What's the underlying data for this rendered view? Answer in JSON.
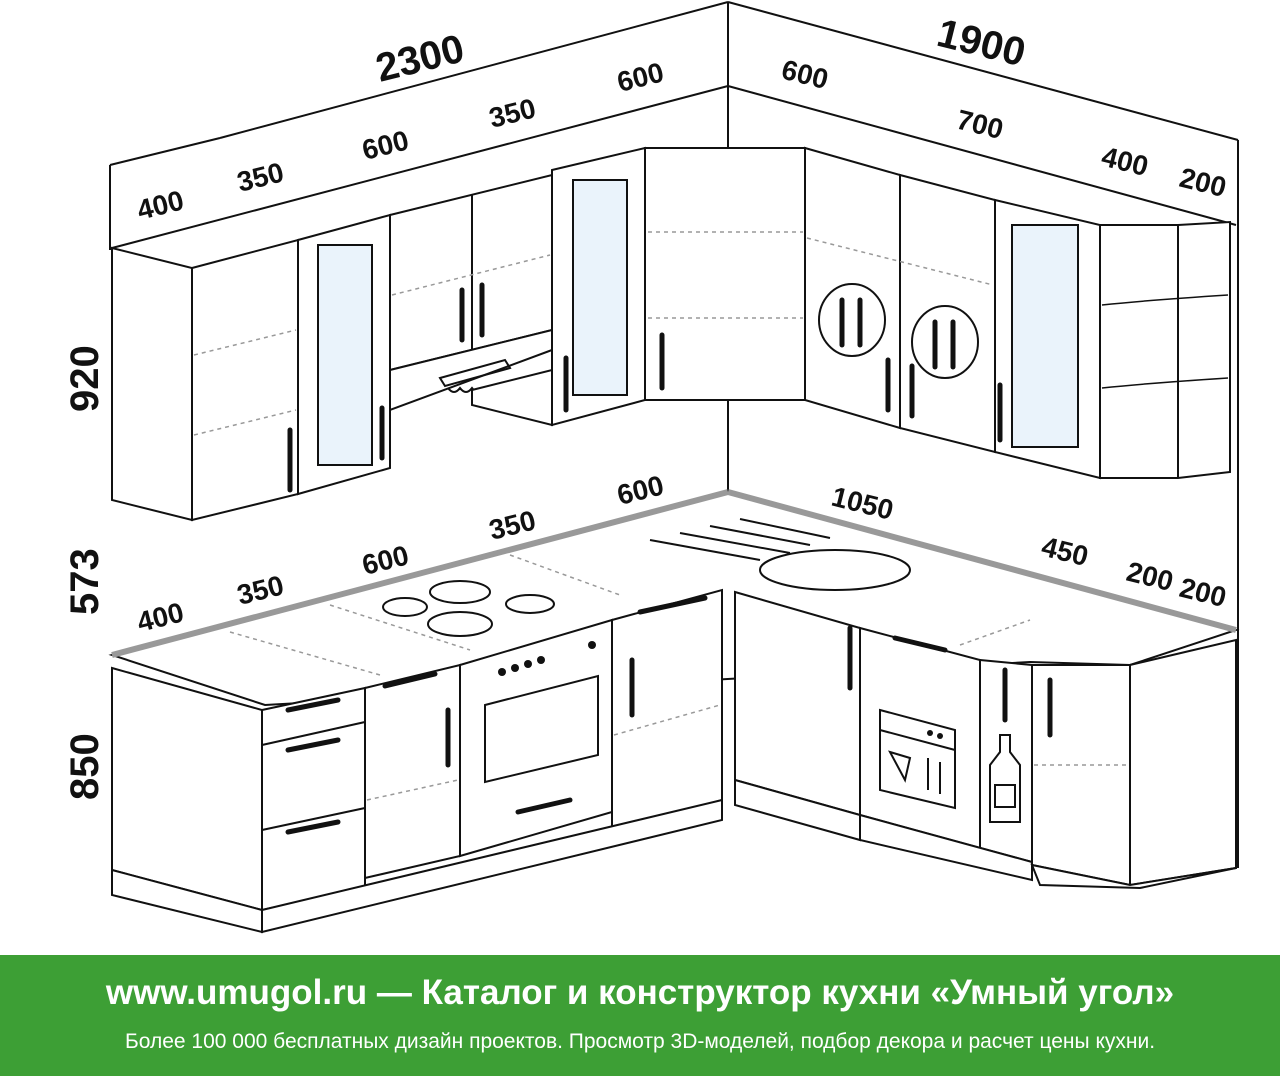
{
  "dimensions": {
    "wall_left_total": "2300",
    "wall_right_total": "1900",
    "upper_left": [
      "400",
      "350",
      "600",
      "350",
      "600"
    ],
    "upper_right": [
      "600",
      "700",
      "400",
      "200"
    ],
    "lower_left": [
      "400",
      "350",
      "600",
      "350",
      "600"
    ],
    "lower_right": [
      "1050",
      "450",
      "200",
      "200"
    ],
    "height_upper": "920",
    "height_gap": "573",
    "height_base": "850"
  },
  "icons": [
    "fork-knife-icon",
    "fork-knife-icon",
    "extractor-hood-icon",
    "dishwasher-icon",
    "bottle-icon"
  ],
  "banner": {
    "site": "www.umugol.ru",
    "dash": "—",
    "title": "Каталог и конструктор кухни «Умный угол»",
    "subtitle": "Более 100 000 бесплатных дизайн проектов. Просмотр 3D-моделей, подбор декора и расчет цены кухни."
  },
  "colors": {
    "banner_bg": "#3d9f35",
    "banner_text": "#ffffff",
    "line": "#111111",
    "glass": "#eaf3fb"
  }
}
